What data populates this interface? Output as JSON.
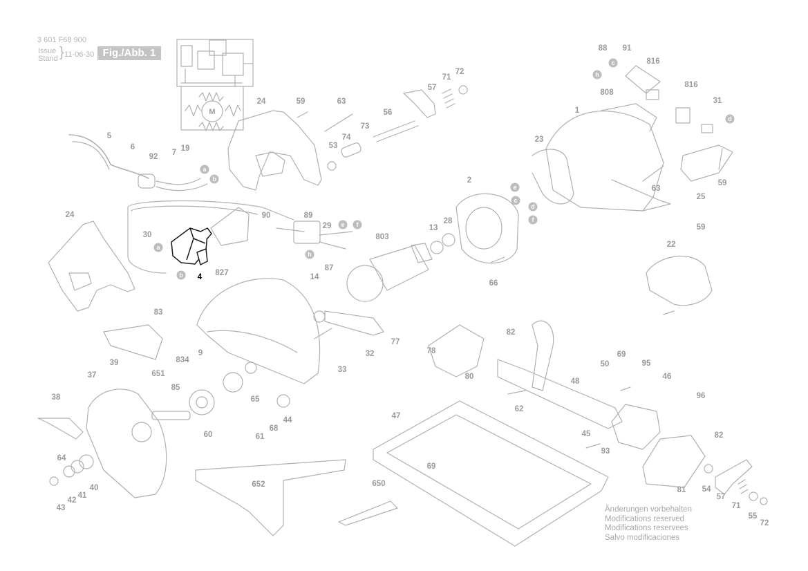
{
  "header": {
    "part_number": "3 601 F68 900",
    "issue_label": "Issue",
    "stand_label": "Stand",
    "date": "11-06-30",
    "figure_label": "Fig./Abb. 1"
  },
  "selected_part": "4",
  "part_labels": [
    "88",
    "91",
    "816",
    "72",
    "71",
    "57",
    "808",
    "1",
    "816",
    "31",
    "24",
    "59",
    "63",
    "56",
    "73",
    "74",
    "53",
    "5",
    "6",
    "92",
    "7",
    "19",
    "23",
    "25",
    "59",
    "63",
    "2",
    "24",
    "89",
    "90",
    "30",
    "29",
    "803",
    "13",
    "28",
    "87",
    "59",
    "22",
    "4",
    "827",
    "14",
    "66",
    "77",
    "83",
    "9",
    "32",
    "33",
    "78",
    "80",
    "82",
    "651",
    "834",
    "39",
    "37",
    "85",
    "65",
    "50",
    "69",
    "95",
    "46",
    "48",
    "38",
    "44",
    "68",
    "61",
    "60",
    "62",
    "47",
    "96",
    "64",
    "45",
    "93",
    "82",
    "69",
    "54",
    "57",
    "71",
    "55",
    "72",
    "81",
    "652",
    "650",
    "41",
    "40",
    "43",
    "42"
  ],
  "letter_markers": [
    "h",
    "a",
    "b",
    "e",
    "c",
    "d",
    "f",
    "e",
    "f",
    "h",
    "a",
    "b",
    "c",
    "d"
  ],
  "motor_symbol": "M",
  "notes": [
    "Änderungen vorbehalten",
    "Modifications reserved",
    "Modifications reservees",
    "Salvo modificaciones"
  ],
  "colors": {
    "line_art": "#b0b0b0",
    "label": "#9a9a9a",
    "selected_label": "#000000",
    "selected_part": "#1a1a1a",
    "marker_fill": "#bdbdbd",
    "figure_box": "#c4c4c4"
  }
}
